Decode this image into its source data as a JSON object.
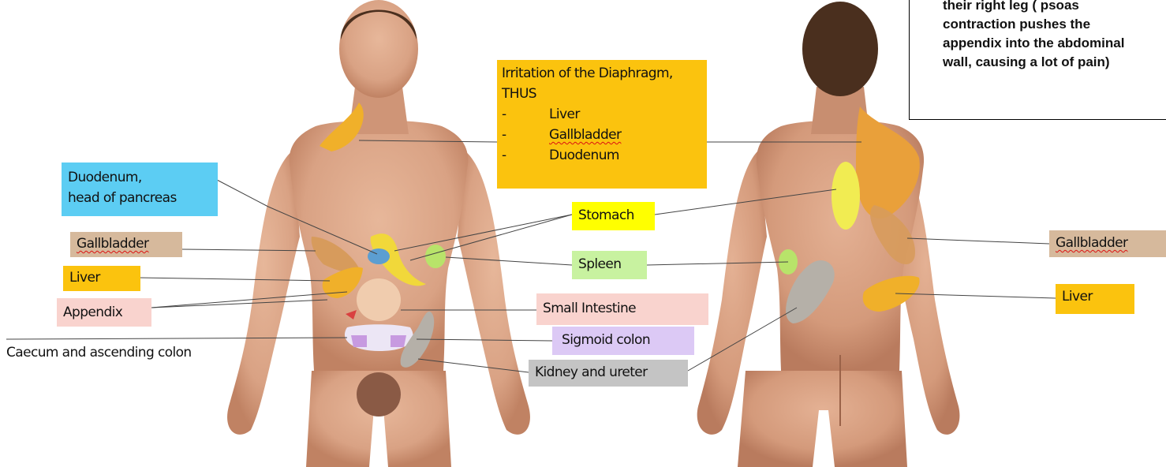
{
  "note": {
    "lines": [
      "their right leg ( psoas",
      "contraction pushes the",
      "appendix into the abdominal",
      "wall, causing a lot of pain)"
    ]
  },
  "diaphragm": {
    "title_line1": "Irritation of the Diaphragm,",
    "title_line2": "THUS",
    "items": [
      {
        "dash": "-",
        "text": "Liver"
      },
      {
        "dash": "-",
        "text": "Gallbladder"
      },
      {
        "dash": "-",
        "text": "Duodenum"
      }
    ]
  },
  "labels": {
    "duodenum_line1": "Duodenum,",
    "duodenum_line2": "head of pancreas",
    "gallbladder_front": "Gallbladder",
    "liver_front": "Liver",
    "appendix": "Appendix",
    "caecum": "Caecum and ascending colon",
    "stomach": "Stomach",
    "spleen": "Spleen",
    "small_intestine": "Small Intestine",
    "sigmoid": "Sigmoid colon",
    "kidney": "Kidney and ureter",
    "gallbladder_back": "Gallbladder",
    "liver_back": "Liver"
  },
  "colors": {
    "skin": "#d9a284",
    "skin_shadow": "#b97b5e",
    "hair": "#4a2f1e",
    "yellow_orange": "#fbc30e",
    "orange_region": "#e9a03a",
    "yellow_region": "#f1ec52",
    "green_region": "#b8e36a",
    "blue_label": "#5ccdf3",
    "tan_label": "#d6b99c",
    "pink_label": "#f9d3ce",
    "lavender_label": "#dcc9f5",
    "grey_label": "#c4c4c4",
    "light_yellow_label": "#ffff00",
    "light_green_label": "#c8f2a0"
  }
}
